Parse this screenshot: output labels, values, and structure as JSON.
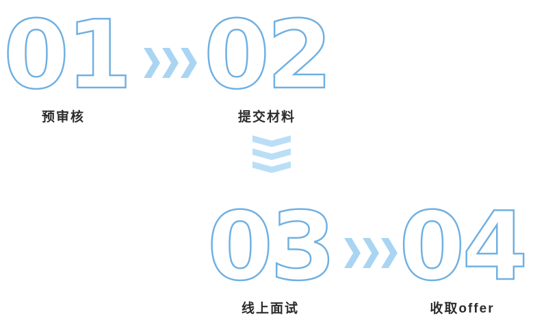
{
  "diagram": {
    "type": "process-flow",
    "steps": [
      {
        "number": "01",
        "label": "预审核"
      },
      {
        "number": "02",
        "label": "提交材料"
      },
      {
        "number": "03",
        "label": "线上面试"
      },
      {
        "number": "04",
        "label": "收取offer"
      }
    ],
    "connectors": [
      {
        "from": "01",
        "to": "02",
        "direction": "right"
      },
      {
        "from": "02",
        "to": "03",
        "direction": "down"
      },
      {
        "from": "03",
        "to": "04",
        "direction": "right"
      }
    ],
    "colors": {
      "number_outline": "#6FB0E2",
      "chevron_right": "#A9D5F3",
      "chevron_down": "#BBDEF7",
      "label_text": "#2b2b2b",
      "background": "#FFFFFF"
    }
  }
}
